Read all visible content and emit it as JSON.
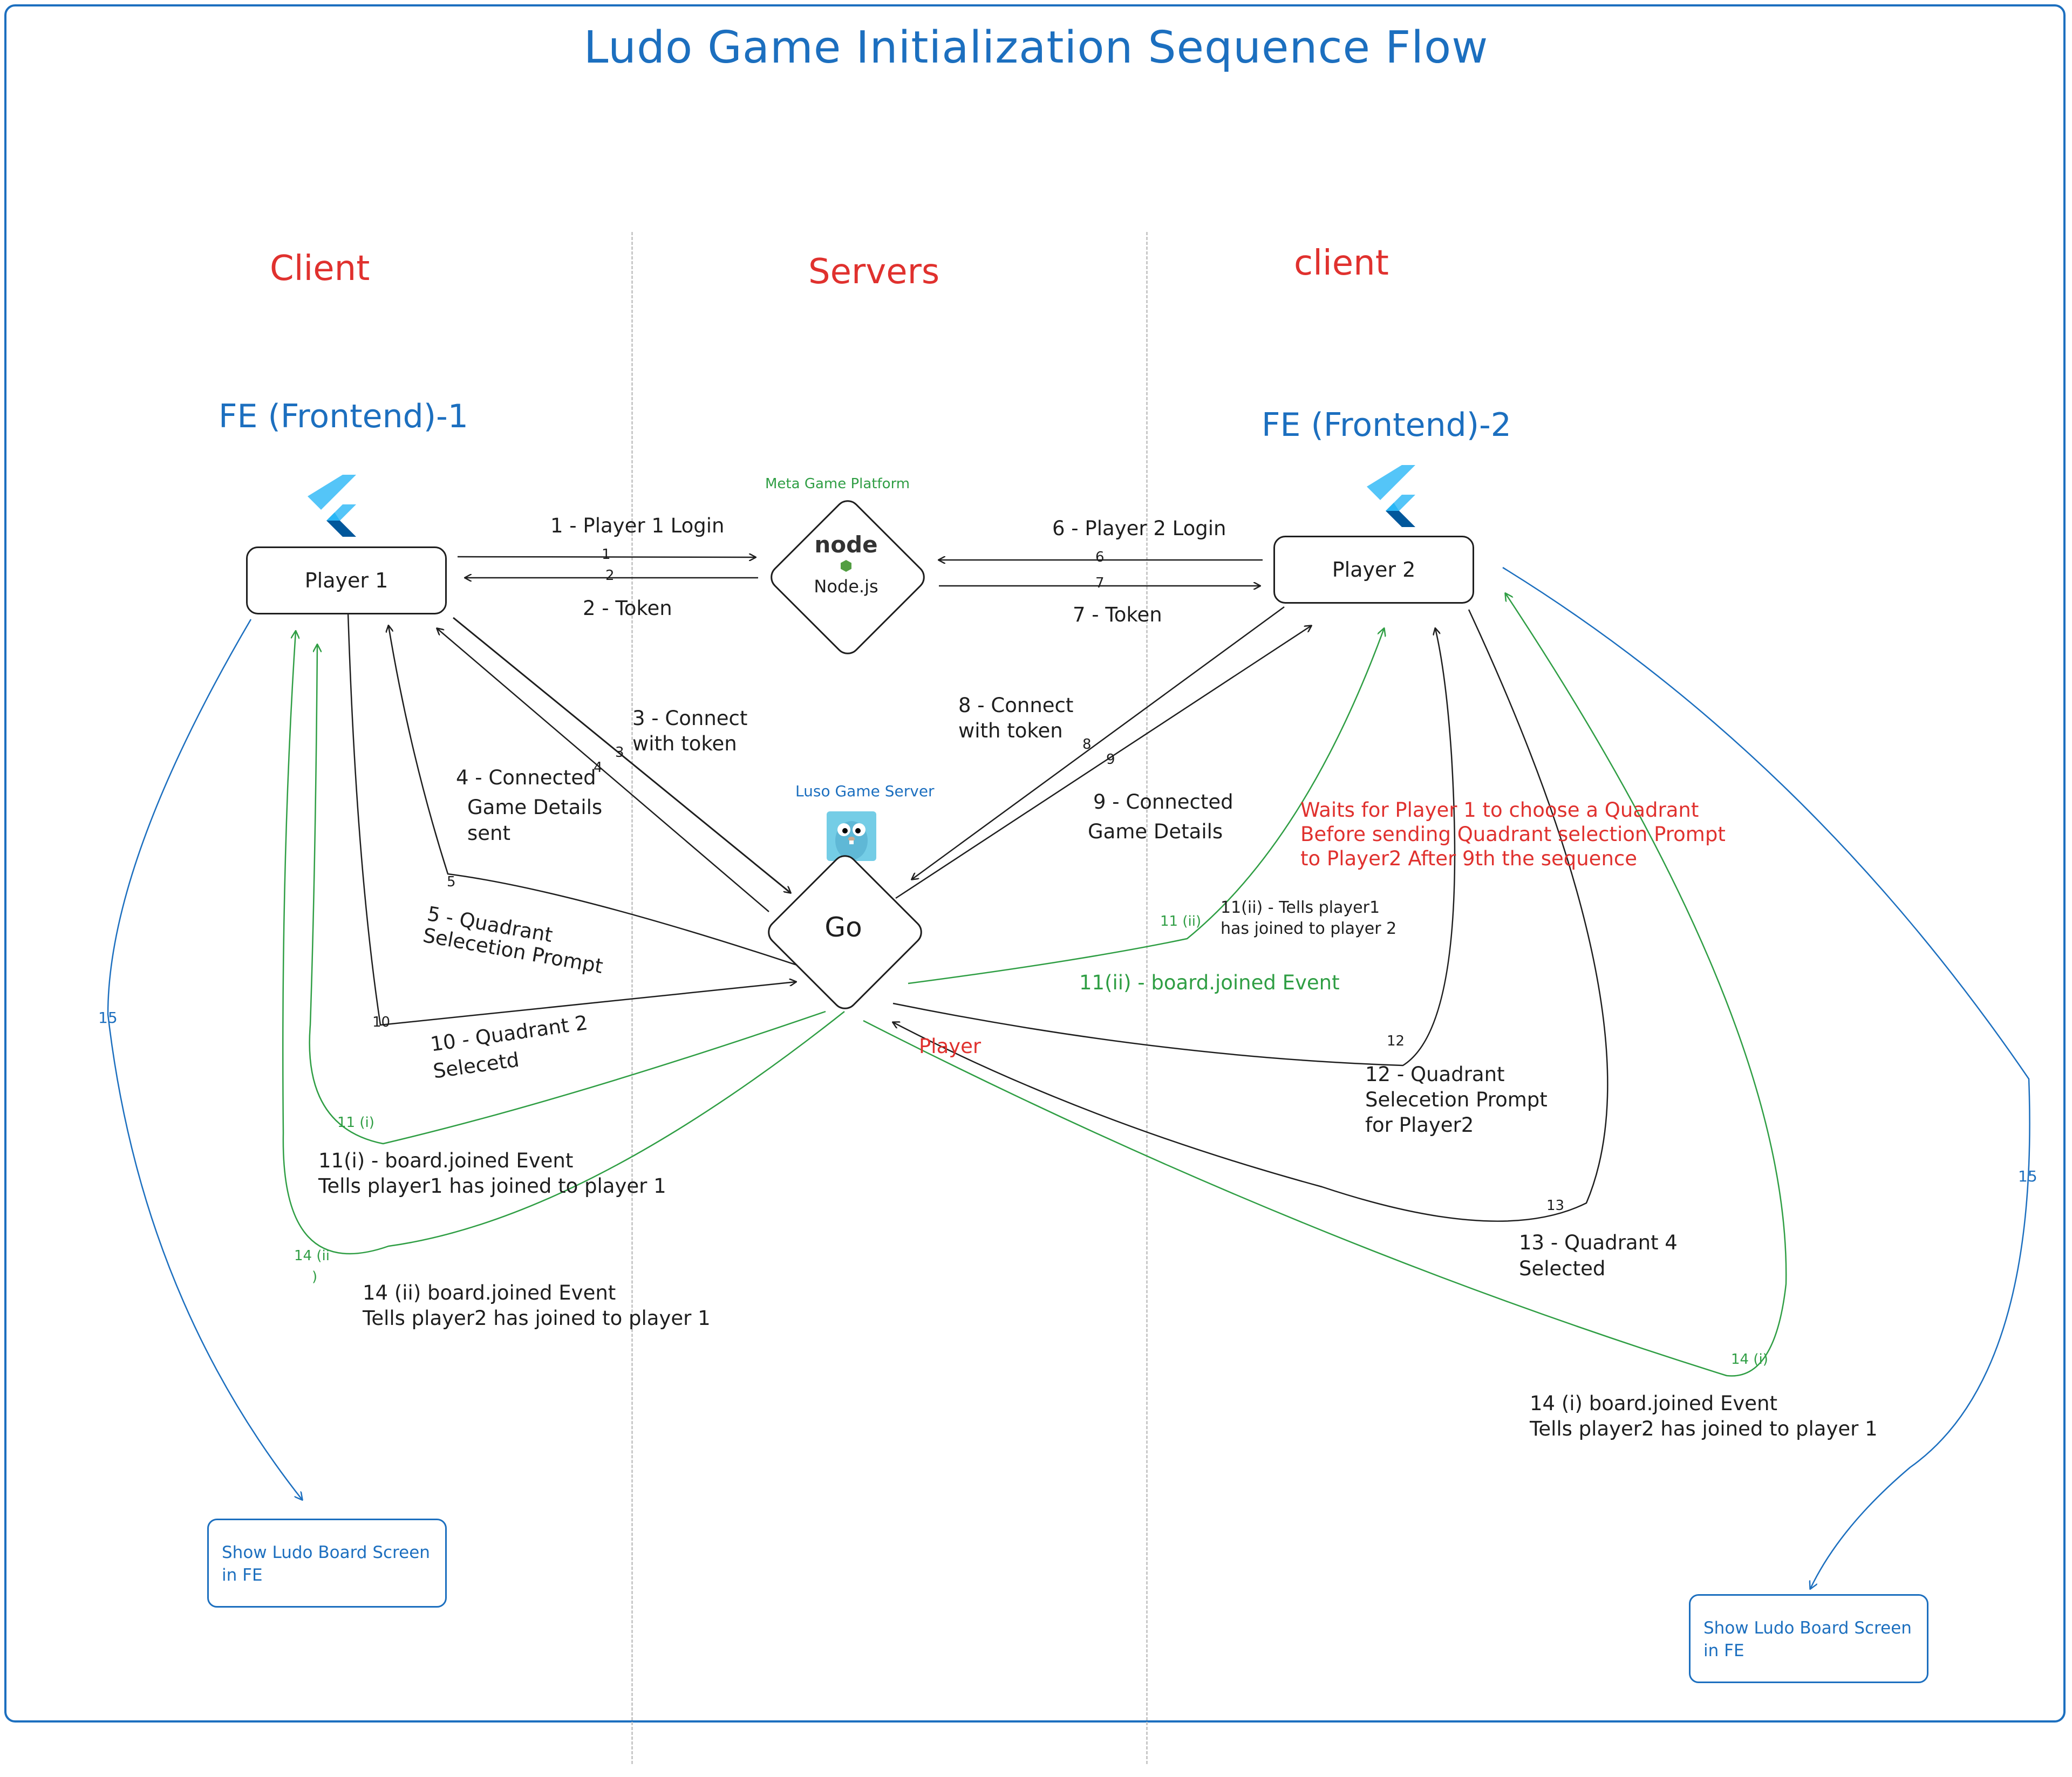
{
  "title": "Ludo Game Initialization Sequence Flow",
  "zones": {
    "left": "Client",
    "center": "Servers",
    "right": "client"
  },
  "frontends": {
    "fe1": "FE (Frontend)-1",
    "fe2": "FE (Frontend)-2"
  },
  "nodes": {
    "player1": "Player 1",
    "player2": "Player 2",
    "meta_label": "Meta Game Platform",
    "nodejs": "Node.js",
    "node_logo_text": "node",
    "luso_label": "Luso Game Server",
    "go": "Go"
  },
  "steps": {
    "s1": "1 - Player 1 Login",
    "s2": "2 - Token",
    "s3a": "3 - Connect",
    "s3b": "with token",
    "s4a": "4 - Connected",
    "s4b": "Game Details",
    "s4c": "sent",
    "s5a": "5 - Quadrant",
    "s5b": "Selecetion Prompt",
    "s6": "6 - Player 2 Login",
    "s7": "7 - Token",
    "s8a": "8 - Connect",
    "s8b": "with token",
    "s9a": "9 - Connected",
    "s9b": "Game Details",
    "s10a": "10 - Quadrant 2",
    "s10b": "Selecetd",
    "s11i_a": "11(i) - board.joined Event",
    "s11i_b": "Tells player1  has joined to player 1",
    "s11ii_a": "11(ii) - Tells player1",
    "s11ii_b": "has joined to player 2",
    "s11ii_event": "11(ii) - board.joined Event",
    "s12a": "12 - Quadrant",
    "s12b": "Selecetion Prompt",
    "s12c": "for Player2",
    "s13a": "13 - Quadrant 4",
    "s13b": "Selected",
    "s14ii_a": "14 (ii) board.joined Event",
    "s14ii_b": "Tells player2  has joined to player 1",
    "s14i_a": "14 (i) board.joined Event",
    "s14i_b": "Tells player2  has joined to player 1"
  },
  "arrow_nums": {
    "n1": "1",
    "n2": "2",
    "n3": "3",
    "n4": "4",
    "n5": "5",
    "n6": "6",
    "n7": "7",
    "n8": "8",
    "n9": "9",
    "n10": "10",
    "n11i": "11 (i)",
    "n11ii": "11 (ii)",
    "n12": "12",
    "n13": "13",
    "n14ii_a": "14 (ii",
    "n14ii_b": ")",
    "n14i": "14 (i)",
    "n15a": "15",
    "n15b": "15"
  },
  "note": {
    "line1": "Waits for Player 1 to choose a Quadrant",
    "line2": "Before sending Quadrant selection Prompt",
    "line3": "to Player2 After 9th the sequence",
    "player": "Player"
  },
  "screens": {
    "left_line1": "Show Ludo Board Screen",
    "left_line2": "in FE",
    "right_line1": "Show Ludo Board Screen",
    "right_line2": "in FE"
  },
  "colors": {
    "blue": "#1c6fbf",
    "red": "#e0312e",
    "green": "#2f9e44",
    "ink": "#1e1e1e"
  },
  "icons": [
    "flutter-logo-icon",
    "flutter-logo-icon",
    "nodejs-logo-icon",
    "go-gopher-icon"
  ]
}
